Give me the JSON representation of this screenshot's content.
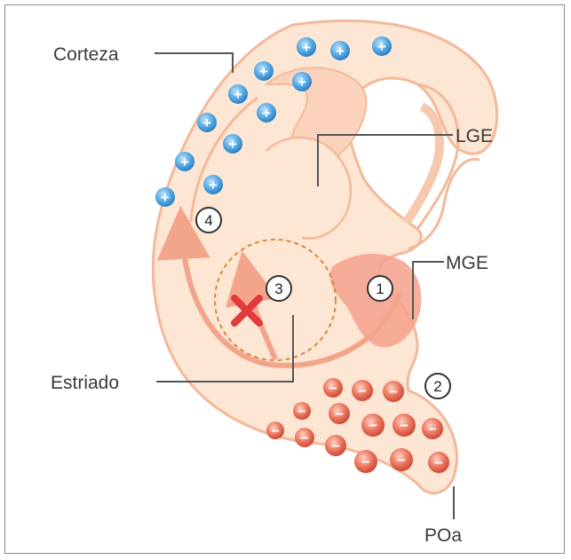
{
  "labels": {
    "corteza": "Corteza",
    "lge": "LGE",
    "mge": "MGE",
    "estriado": "Estriado",
    "poa": "POa"
  },
  "markers": {
    "m1": "1",
    "m2": "2",
    "m3": "3",
    "m4": "4"
  },
  "symbols": {
    "plus": "+",
    "minus": "−",
    "cross": "✕"
  },
  "colors": {
    "tissue": "#fde6d4",
    "tissue_edge": "#f3b99a",
    "ventricle": "#fbd3bd",
    "mge_region": "#f4a08c",
    "arrow": "#f2a58a",
    "plus_cell": "#4ea3de",
    "minus_cell": "#e8644e",
    "cross": "#e23a3a",
    "dashed": "#d88a3a",
    "leader": "#555555"
  }
}
